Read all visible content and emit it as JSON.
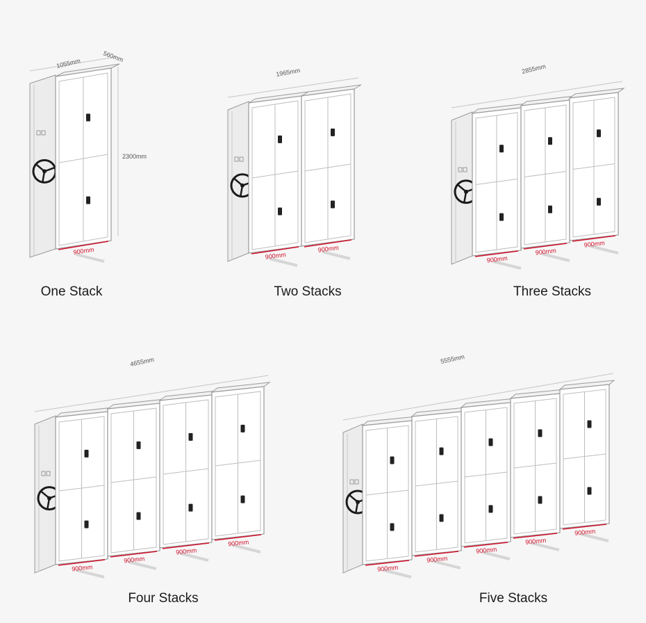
{
  "panels": [
    {
      "caption": "One Stack",
      "labels": {
        "depth": "560mm",
        "top_width": "1055mm",
        "height": "2300mm"
      },
      "cabinets": [
        {
          "width_label": "900mm"
        }
      ]
    },
    {
      "caption": "Two Stacks",
      "labels": {
        "top_width": "1965mm"
      },
      "cabinets": [
        {
          "width_label": "900mm"
        },
        {
          "width_label": "900mm"
        }
      ]
    },
    {
      "caption": "Three Stacks",
      "labels": {
        "top_width": "2855mm"
      },
      "cabinets": [
        {
          "width_label": "900mm"
        },
        {
          "width_label": "900mm"
        },
        {
          "width_label": "900mm"
        }
      ]
    },
    {
      "caption": "Four Stacks",
      "labels": {
        "top_width": "4655mm"
      },
      "cabinets": [
        {
          "width_label": "900mm"
        },
        {
          "width_label": "900mm"
        },
        {
          "width_label": "900mm"
        },
        {
          "width_label": "900mm"
        }
      ]
    },
    {
      "caption": "Five Stacks",
      "labels": {
        "top_width": "5555mm"
      },
      "cabinets": [
        {
          "width_label": "900mm"
        },
        {
          "width_label": "900mm"
        },
        {
          "width_label": "900mm"
        },
        {
          "width_label": "900mm"
        },
        {
          "width_label": "900mm"
        }
      ]
    }
  ],
  "colors": {
    "background": "#f6f6f6",
    "line": "#9a9a9a",
    "dimension_red": "#d0122b",
    "handle": "#1a1a1a",
    "cabinet_face": "#ffffff"
  }
}
